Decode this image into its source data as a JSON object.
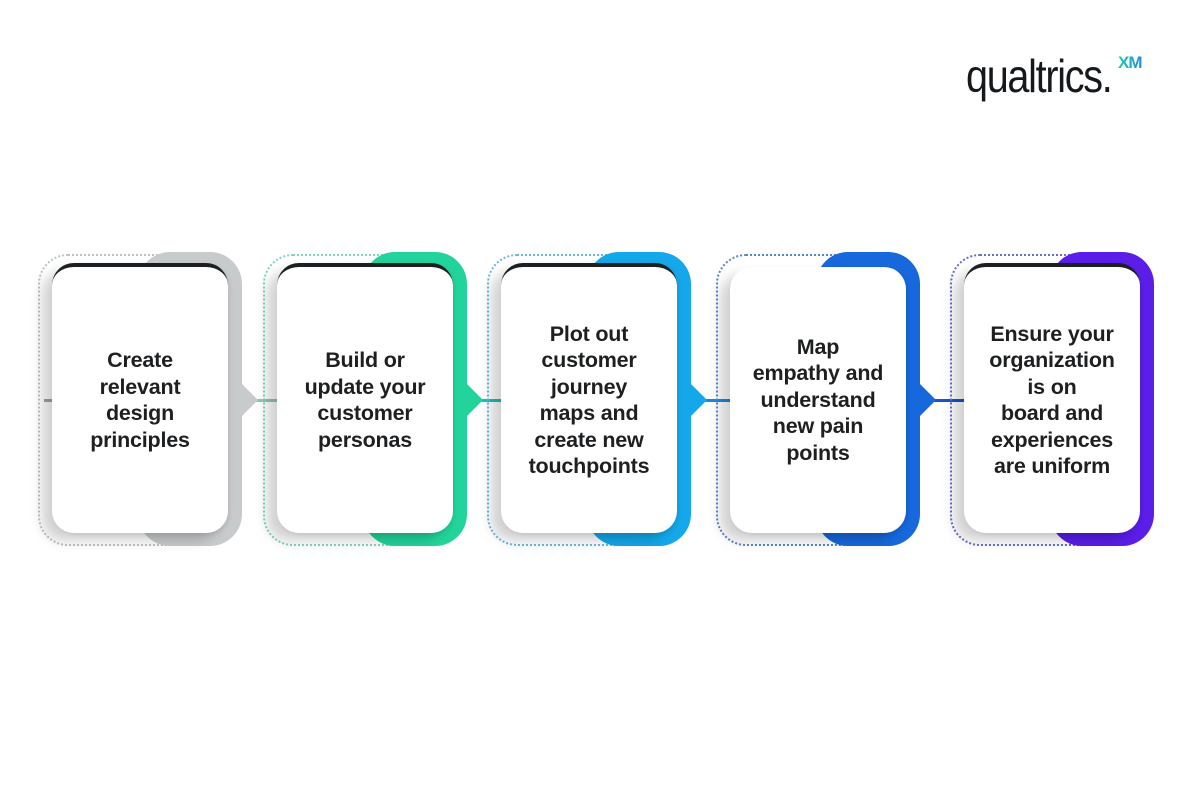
{
  "logo": {
    "wordmark": "qualtrics.",
    "superscript": "XM"
  },
  "steps": [
    {
      "text": "Create\nrelevant\ndesign\nprinciples",
      "color": "#c8cbcc"
    },
    {
      "text": "Build or\nupdate your\ncustomer\npersonas",
      "color": "#22d49b"
    },
    {
      "text": "Plot out\ncustomer\njourney\nmaps and\ncreate new\ntouchpoints",
      "color": "#14a7ea"
    },
    {
      "text": "Map\nempathy and\nunderstand\nnew pain\npoints",
      "color": "#1668dc"
    },
    {
      "text": "Ensure your\norganization\nis on\nboard and\nexperiences\nare uniform",
      "color": "#5a1ee8"
    }
  ],
  "connector_colors": [
    "#9fa5a8",
    "#5fb8a3",
    "#1fb6c9",
    "#1a8ae0",
    "#1656c8"
  ]
}
